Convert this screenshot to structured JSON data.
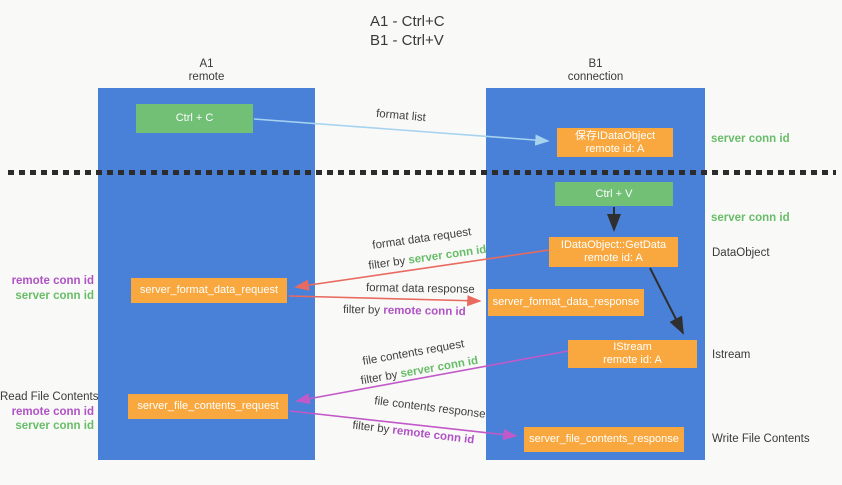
{
  "title": {
    "line1": "A1 - Ctrl+C",
    "line2": "B1 - Ctrl+V"
  },
  "lifelines": {
    "a1": {
      "name": "A1",
      "role": "remote"
    },
    "b1": {
      "name": "B1",
      "role": "connection"
    }
  },
  "boxes": {
    "ctrl_c": "Ctrl + C",
    "ctrl_v": "Ctrl + V",
    "save_dataobject": {
      "line1": "保存IDataObject",
      "line2": "remote id: A"
    },
    "getdata": {
      "line1": "IDataObject::GetData",
      "line2": "remote id: A"
    },
    "istream": {
      "line1": "IStream",
      "line2": "remote id: A"
    },
    "format_request": "server_format_data_request",
    "format_response": "server_format_data_response",
    "file_request": "server_file_contents_request",
    "file_response": "server_file_contents_response"
  },
  "arrow_labels": {
    "format_list": "format list",
    "format_data_request": "format data request",
    "format_data_response": "format data response",
    "file_contents_request": "file contents request",
    "file_contents_response": "file contents response",
    "filter_by": "filter by ",
    "server_conn_id": "server conn id",
    "remote_conn_id": "remote conn id"
  },
  "side_labels": {
    "remote_conn_id": "remote conn id",
    "server_conn_id": "server conn id",
    "read_file_contents": "Read File Contents",
    "dataobject": "DataObject",
    "istream": "Istream",
    "write_file_contents": "Write File Contents"
  },
  "colors": {
    "lifeline_blue": "#4a81d8",
    "box_green": "#72c075",
    "box_orange": "#f8a83e",
    "arrow_light_blue": "#a6d3ef",
    "arrow_red": "#e96a5f",
    "arrow_magenta": "#c159c8",
    "arrow_black": "#2f2f2f",
    "text_green": "#68bd68",
    "text_purple": "#b052c5"
  }
}
